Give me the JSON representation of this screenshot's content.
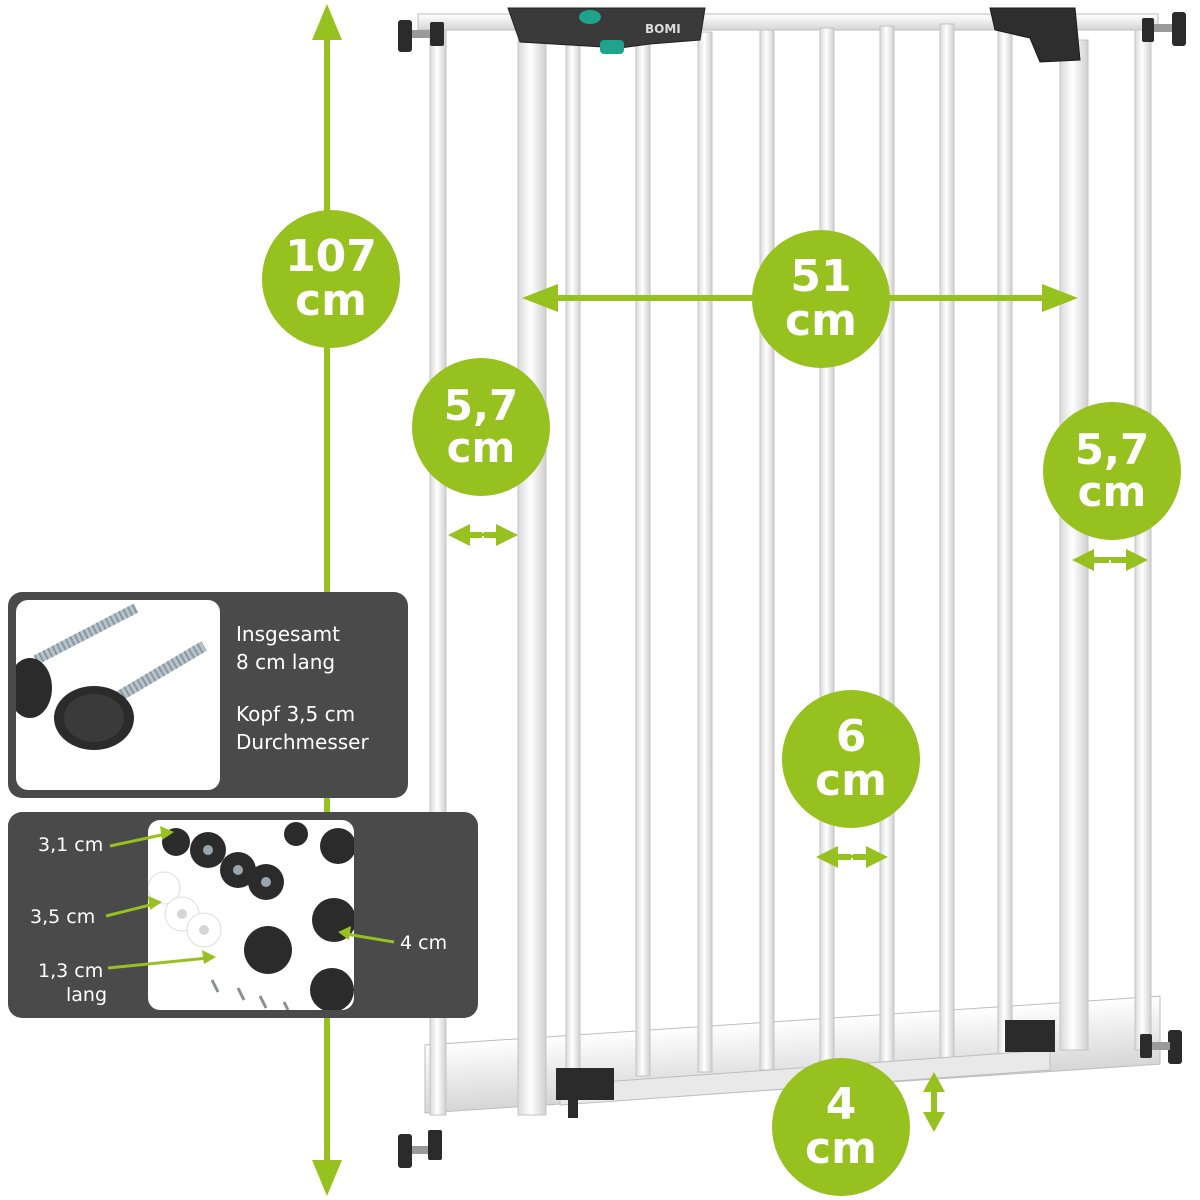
{
  "dimensions": {
    "height": {
      "value": "107",
      "unit": "cm"
    },
    "width": {
      "value": "51",
      "unit": "cm"
    },
    "left_extension": {
      "value": "5,7",
      "unit": "cm"
    },
    "right_extension": {
      "value": "5,7",
      "unit": "cm"
    },
    "bar_gap": {
      "value": "6",
      "unit": "cm"
    },
    "bottom_clearance": {
      "value": "4",
      "unit": "cm"
    }
  },
  "brand": {
    "logo_text": "BOMI"
  },
  "screw_panel": {
    "line1": "Insgesamt",
    "line2": "8 cm lang",
    "line3": "Kopf 3,5 cm",
    "line4": "Durchmesser"
  },
  "parts_panel": {
    "label_nut": "3,1 cm",
    "label_washer": "3,5 cm",
    "label_screw_1": "1,3 cm",
    "label_screw_2": "lang",
    "label_pad": "4 cm"
  },
  "colors": {
    "accent": "#97c11f",
    "panel": "#4a4a4a",
    "gate": "#f4f4f4",
    "hardware": "#2b2b2b",
    "latch_button": "#1fa38a"
  }
}
